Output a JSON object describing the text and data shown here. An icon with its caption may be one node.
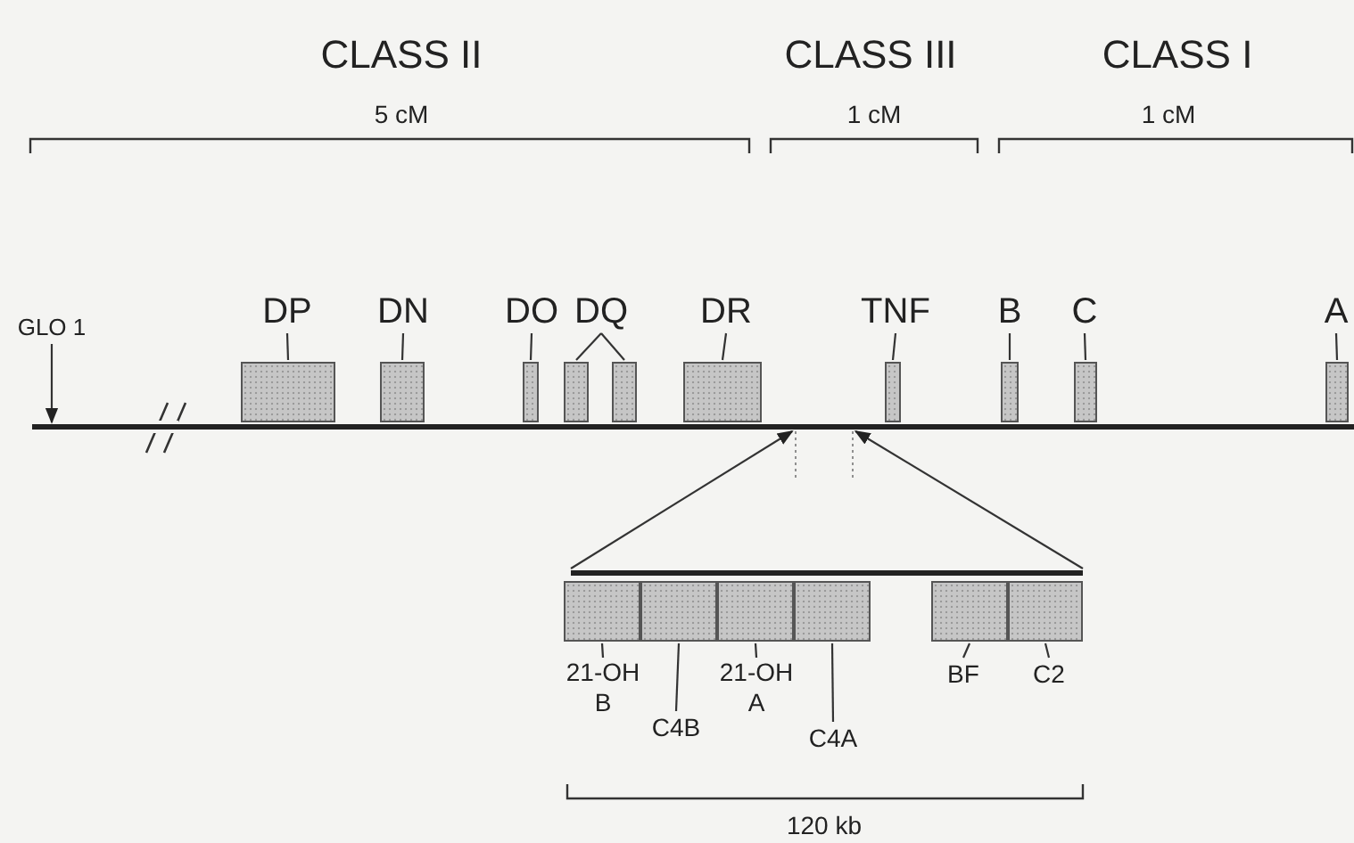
{
  "diagram": {
    "nodes": [
      {
        "text": [
          "GLO 1"
        ]
      },
      {
        "text": [
          "DP"
        ]
      },
      {
        "text": [
          "DN"
        ]
      },
      {
        "text": [
          "DO"
        ]
      },
      {
        "text": [
          "DQ"
        ]
      },
      {
        "text": [
          "DR"
        ]
      },
      {
        "text": [
          "TNF"
        ]
      },
      {
        "text": [
          "B"
        ]
      },
      {
        "text": [
          "C"
        ]
      },
      {
        "text": [
          "A"
        ]
      },
      {
        "text": [],
        "shape": "box"
      },
      {
        "text": [],
        "shape": "box"
      },
      {
        "text": [],
        "shape": "box"
      },
      {
        "text": [],
        "shape": "box"
      },
      {
        "text": [],
        "shape": "box"
      },
      {
        "text": [],
        "shape": "box"
      },
      {
        "text": [],
        "shape": "box"
      },
      {
        "text": [],
        "shape": "box"
      },
      {
        "text": [],
        "shape": "box"
      },
      {
        "text": [],
        "shape": "box"
      },
      {
        "text": [],
        "shape": "bar"
      },
      {
        "text": [],
        "shape": "bar"
      },
      {
        "text": [],
        "shape": "box"
      },
      {
        "text": [],
        "shape": "box"
      },
      {
        "text": [],
        "shape": "box"
      },
      {
        "text": [],
        "shape": "box"
      },
      {
        "text": [],
        "shape": "box"
      },
      {
        "text": [],
        "shape": "box"
      },
      {
        "text": [
          "21-OH B"
        ]
      },
      {
        "text": [
          "C4B"
        ]
      },
      {
        "text": [
          "21-OH A"
        ]
      },
      {
        "text": [
          "C4A"
        ]
      },
      {
        "text": [
          "BF"
        ]
      },
      {
        "text": [
          "C2"
        ]
      }
    ],
    "edges": [
      {
        "from": 0,
        "to": 20,
        "arrow": "to"
      },
      {
        "from": 1,
        "to": 10,
        "arrow": "none"
      },
      {
        "from": 2,
        "to": 11,
        "arrow": "none"
      },
      {
        "from": 3,
        "to": 12,
        "arrow": "none"
      },
      {
        "from": 4,
        "to": 13,
        "arrow": "none"
      },
      {
        "from": 4,
        "to": 14,
        "arrow": "none"
      },
      {
        "from": 5,
        "to": 15,
        "arrow": "none"
      },
      {
        "from": 6,
        "to": 16,
        "arrow": "none"
      },
      {
        "from": 7,
        "to": 17,
        "arrow": "none"
      },
      {
        "from": 8,
        "to": 18,
        "arrow": "none"
      },
      {
        "from": 9,
        "to": 19,
        "arrow": "none"
      },
      {
        "from": 21,
        "to": 20,
        "arrow": "to"
      },
      {
        "from": 21,
        "to": 20,
        "arrow": "to"
      },
      {
        "from": 28,
        "to": 22,
        "arrow": "none"
      },
      {
        "from": 29,
        "to": 23,
        "arrow": "none"
      },
      {
        "from": 30,
        "to": 24,
        "arrow": "none"
      },
      {
        "from": 31,
        "to": 25,
        "arrow": "none"
      },
      {
        "from": 32,
        "to": 26,
        "arrow": "none"
      },
      {
        "from": 33,
        "to": 27,
        "arrow": "none"
      }
    ],
    "labels": [
      "CLASS II",
      "CLASS III",
      "CLASS I",
      "5 cM",
      "1 cM",
      "1 cM",
      "120 kb"
    ]
  }
}
